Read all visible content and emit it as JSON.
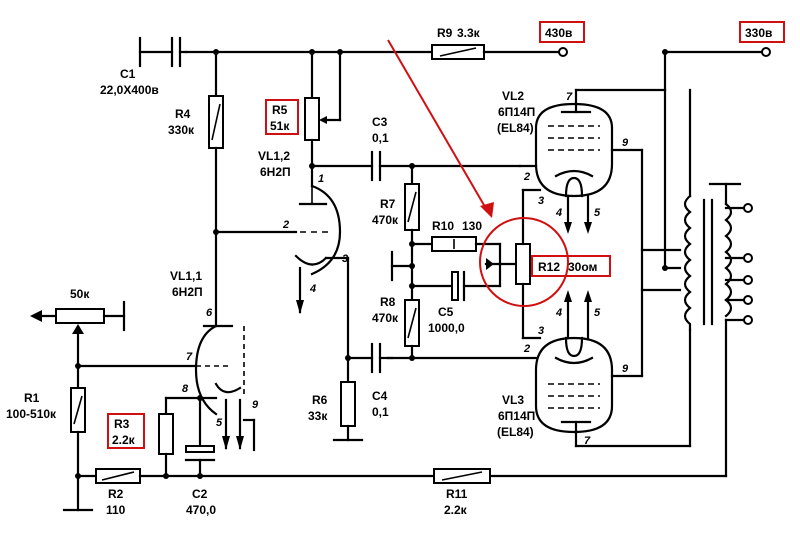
{
  "supply": {
    "hv1": "430в",
    "hv2": "330в"
  },
  "components": {
    "C1": {
      "ref": "C1",
      "value": "22,0X400в"
    },
    "R4": {
      "ref": "R4",
      "value": "330к"
    },
    "R5": {
      "ref": "R5",
      "value": "51к"
    },
    "VL12": {
      "ref": "VL1,2",
      "type": "6Н2П"
    },
    "C3": {
      "ref": "C3",
      "value": "0,1"
    },
    "R9": {
      "ref": "R9",
      "value": "3.3к"
    },
    "VL2": {
      "ref": "VL2",
      "type": "6П14П",
      "alt": "(EL84)"
    },
    "R7": {
      "ref": "R7",
      "value": "470к"
    },
    "R10": {
      "ref": "R10",
      "value": "130"
    },
    "R12": {
      "ref": "R12",
      "value": "30ом"
    },
    "C5": {
      "ref": "C5",
      "value": "1000,0"
    },
    "R8": {
      "ref": "R8",
      "value": "470к"
    },
    "VL11": {
      "ref": "VL1,1",
      "type": "6Н2П"
    },
    "POT": {
      "value": "50к"
    },
    "R1": {
      "ref": "R1",
      "value": "100-510к"
    },
    "R3": {
      "ref": "R3",
      "value": "2.2к"
    },
    "R6": {
      "ref": "R6",
      "value": "33к"
    },
    "C4": {
      "ref": "C4",
      "value": "0,1"
    },
    "VL3": {
      "ref": "VL3",
      "type": "6П14П",
      "alt": "(EL84)"
    },
    "R2": {
      "ref": "R2",
      "value": "110"
    },
    "C2": {
      "ref": "C2",
      "value": "470,0"
    },
    "R11": {
      "ref": "R11",
      "value": "2.2к"
    }
  },
  "pins": {
    "p1": "1",
    "p2": "2",
    "p3": "3",
    "p4": "4",
    "p6": "6",
    "p7": "7",
    "p8": "8",
    "p9": "9",
    "p5": "5",
    "vl2_7": "7",
    "vl2_9": "9",
    "vl2_2": "2",
    "vl2_3": "3",
    "vl2_4": "4",
    "vl2_5": "5",
    "vl3_7": "7",
    "vl3_9": "9",
    "vl3_2": "2",
    "vl3_3": "3",
    "vl3_4": "4",
    "vl3_5": "5"
  },
  "colors": {
    "highlight": "#d01010",
    "ink": "#000000"
  }
}
